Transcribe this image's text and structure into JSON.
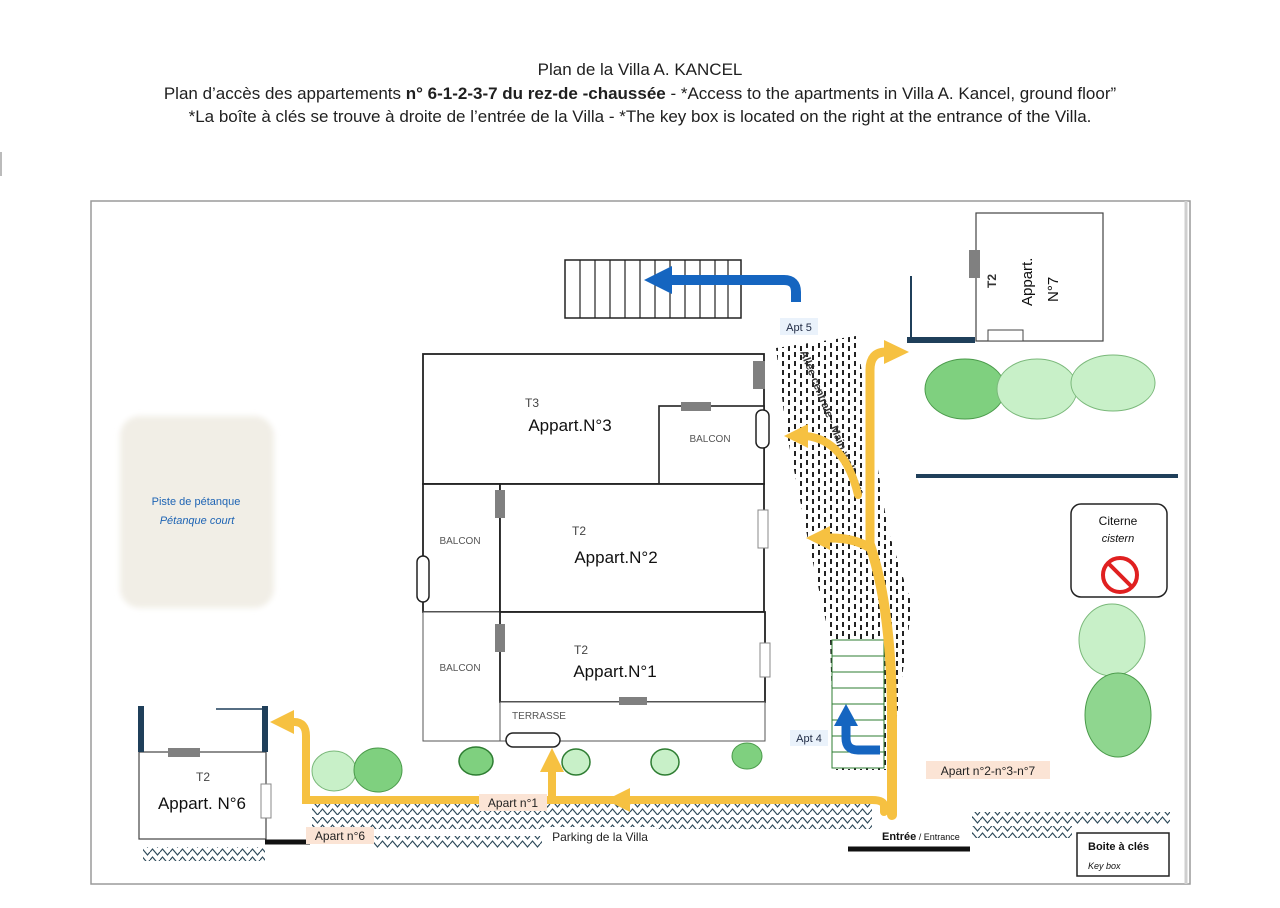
{
  "header": {
    "line1": "Plan de la Villa A. KANCEL",
    "line2_prefix": "Plan d’accès des appartements ",
    "line2_bold": "n° 6-1-2-3-7 du rez-de -chaussée",
    "line2_suffix": " - *Access to the apartments in Villa A. Kancel, ground floor”",
    "line3": "*La boîte à clés se trouve à droite de l’entrée de la Villa - *The key box is located on the right at the entrance of the Villa."
  },
  "apartments": {
    "apt3": {
      "type": "T3",
      "name": "Appart.N°3",
      "balcony": "BALCON"
    },
    "apt2": {
      "type": "T2",
      "name": "Appart.N°2",
      "balcony": "BALCON"
    },
    "apt1": {
      "type": "T2",
      "name": "Appart.N°1",
      "balcony": "BALCON",
      "terrace": "TERRASSE"
    },
    "apt6": {
      "type": "T2",
      "name": "Appart. N°6"
    },
    "apt7": {
      "type": "T2",
      "name_line1": "Appart.",
      "name_line2": "N°7"
    }
  },
  "petanque": {
    "fr": "Piste de pétanque",
    "en": "Pétanque court"
  },
  "cistern": {
    "fr": "Citerne",
    "en": "cistern"
  },
  "labels": {
    "apt5": "Apt 5",
    "apt4": "Apt 4",
    "main_walkway": "Allée centrale - Main walkway",
    "route_237": "Apart n°2-n°3-n°7",
    "apart1": "Apart n°1",
    "apart6": "Apart n°6",
    "parking": "Parking de la Villa",
    "entrance_fr": "Entrée",
    "entrance_en": " / Entrance",
    "keybox_fr": "Boite à clés",
    "keybox_en": "Key box"
  },
  "colors": {
    "route_arrow": "#f6c141",
    "blue_arrow": "#1565c0",
    "wall": "#222222",
    "door": "#808080",
    "hedge": "#8fd68f",
    "text_blue": "#1e64b4",
    "label_bg": "#fbe4d5",
    "no_sign": "#e02020"
  }
}
